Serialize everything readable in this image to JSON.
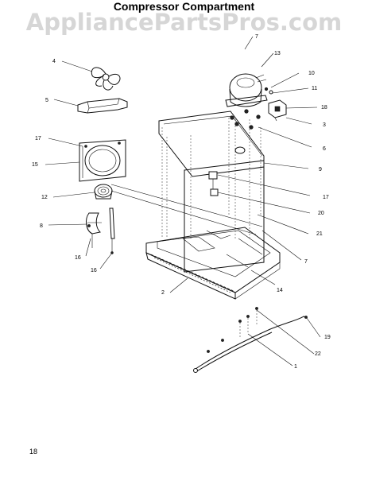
{
  "title": "Compressor Compartment",
  "watermark": "AppliancePartsPros.com",
  "page_number": "18",
  "callouts": {
    "c1": "1",
    "c2": "2",
    "c3": "3",
    "c4": "4",
    "c5": "5",
    "c6": "6",
    "c7a": "7",
    "c7b": "7",
    "c8": "8",
    "c9": "9",
    "c10": "10",
    "c11": "11",
    "c12": "12",
    "c13": "13",
    "c14": "14",
    "c15": "15",
    "c16a": "16",
    "c16b": "16",
    "c17a": "17",
    "c17b": "17",
    "c18": "18",
    "c19": "19",
    "c20": "20",
    "c21": "21",
    "c22": "22"
  }
}
